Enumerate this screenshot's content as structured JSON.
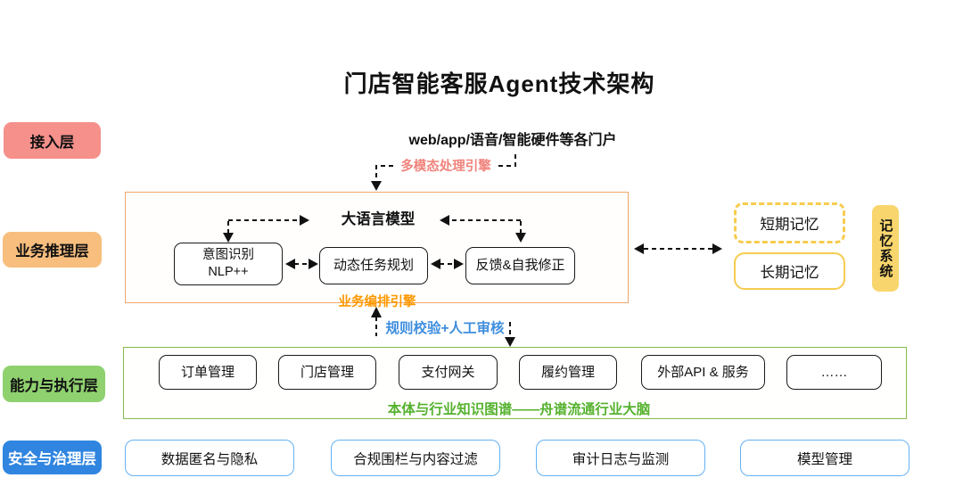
{
  "title": "门店智能客服Agent技术架构",
  "layers": {
    "access": "接入层",
    "reasoning": "业务推理层",
    "execution": "能力与执行层",
    "governance": "安全与治理层"
  },
  "access": {
    "portals": "web/app/语音/智能硬件等各门户",
    "engine": "多模态处理引擎"
  },
  "reasoning": {
    "llm": "大语言模型",
    "intent_line1": "意图识别",
    "intent_line2": "NLP++",
    "planning": "动态任务规划",
    "feedback": "反馈&自我修正",
    "orchestration": "业务编排引擎"
  },
  "gate": {
    "label": "规则校验+人工审核"
  },
  "memory": {
    "short_term": "短期记忆",
    "long_term": "长期记忆",
    "system": "记忆系统"
  },
  "execution": {
    "modules": [
      "订单管理",
      "门店管理",
      "支付网关",
      "履约管理",
      "外部API & 服务",
      "……"
    ],
    "knowledge": "本体与行业知识图谱——舟谱流通行业大脑"
  },
  "governance": {
    "modules": [
      "数据匿名与隐私",
      "合规围栏与内容过滤",
      "审计日志与监测",
      "模型管理"
    ]
  },
  "colors": {
    "access_pill_bg": "#F5908B",
    "reasoning_pill_bg": "#F7BE7E",
    "execution_pill_bg": "#8FD16F",
    "governance_pill_bg": "#2F85E0",
    "governance_pill_text": "#FFFFFF",
    "orange_border": "#F0A76B",
    "engine_text": "#F0837C",
    "orchestration_text": "#FF9800",
    "gate_text": "#3E8EDE",
    "green_border": "#85BB4D",
    "knowledge_text": "#55B22E",
    "blue_node_border": "#63B1F5",
    "memory_yellow": "#F6CC4F",
    "memory_system_bg": "#F8D66D"
  }
}
